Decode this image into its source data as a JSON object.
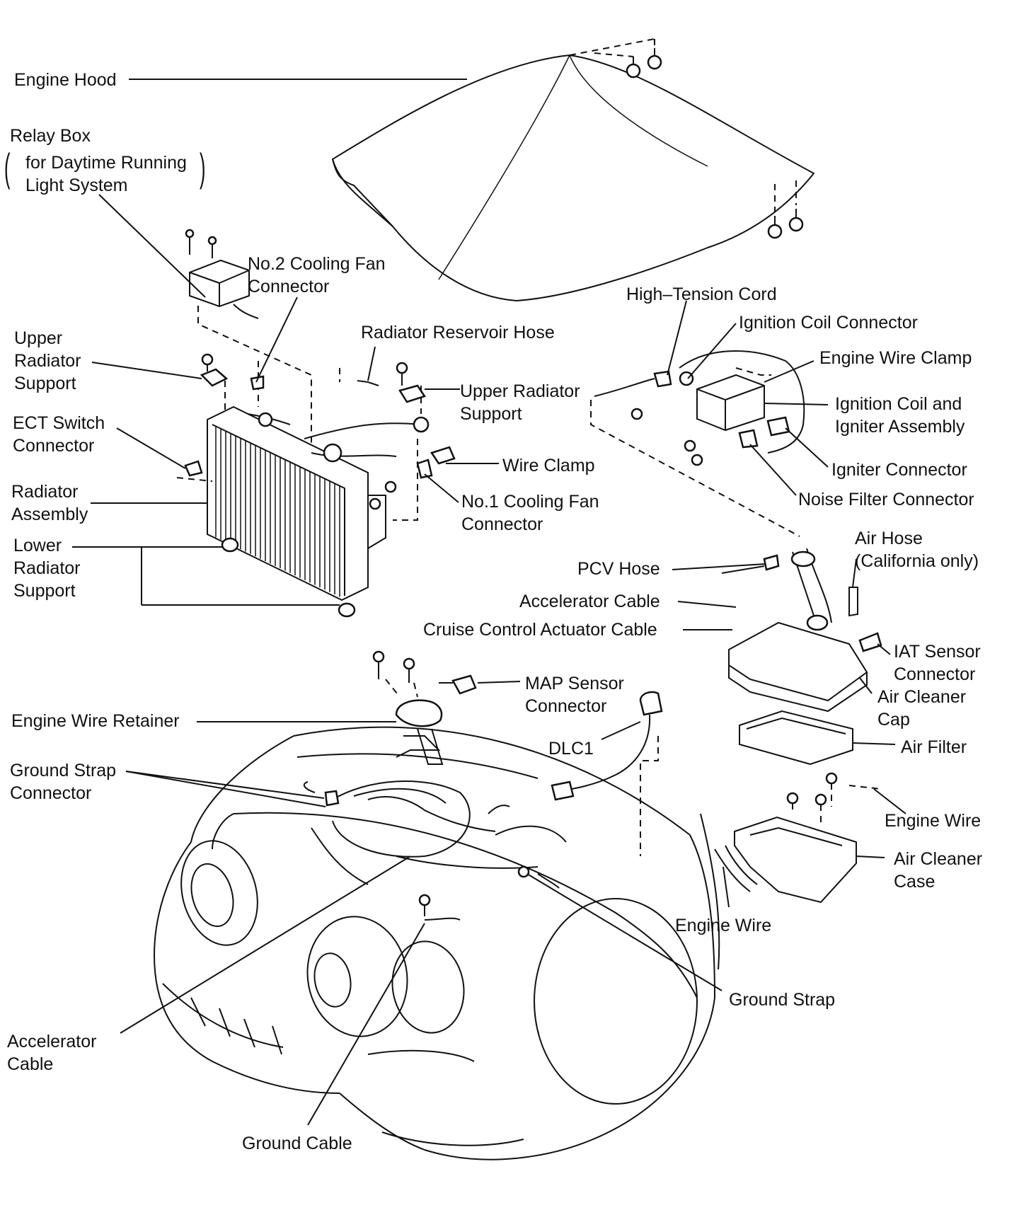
{
  "labels": {
    "engine_hood": "Engine Hood",
    "relay_box": [
      "Relay Box",
      "for Daytime Running",
      "Light System"
    ],
    "no2_fan_connector": [
      "No.2 Cooling Fan",
      "Connector"
    ],
    "upper_radiator_support_left": [
      "Upper",
      "Radiator",
      "Support"
    ],
    "ect_switch_connector": [
      "ECT Switch",
      "Connector"
    ],
    "radiator_assembly": [
      "Radiator",
      "Assembly"
    ],
    "lower_radiator_support": [
      "Lower",
      "Radiator",
      "Support"
    ],
    "radiator_reservoir_hose": "Radiator Reservoir Hose",
    "upper_radiator_support_right": [
      "Upper Radiator",
      "Support"
    ],
    "wire_clamp": "Wire Clamp",
    "no1_fan_connector": [
      "No.1 Cooling Fan",
      "Connector"
    ],
    "high_tension_cord": "High–Tension Cord",
    "ignition_coil_connector": "Ignition Coil Connector",
    "engine_wire_clamp": "Engine Wire Clamp",
    "ignition_coil_igniter": [
      "Ignition Coil and",
      "Igniter Assembly"
    ],
    "igniter_connector": "Igniter Connector",
    "noise_filter_connector": "Noise Filter Connector",
    "air_hose": [
      "Air Hose",
      "(California only)"
    ],
    "pcv_hose": "PCV Hose",
    "accelerator_cable_right": "Accelerator Cable",
    "cruise_control_cable": "Cruise Control Actuator Cable",
    "iat_sensor_connector": [
      "IAT Sensor",
      "Connector"
    ],
    "air_cleaner_cap": [
      "Air Cleaner",
      "Cap"
    ],
    "air_filter": "Air Filter",
    "map_sensor_connector": [
      "MAP Sensor",
      "Connector"
    ],
    "dlc1": "DLC1",
    "engine_wire_retainer": "Engine Wire Retainer",
    "ground_strap_connector": [
      "Ground Strap",
      "Connector"
    ],
    "engine_wire_right": "Engine Wire",
    "air_cleaner_case": [
      "Air Cleaner",
      "Case"
    ],
    "engine_wire_bottom": "Engine Wire",
    "ground_strap": "Ground Strap",
    "accelerator_cable_left": [
      "Accelerator",
      "Cable"
    ],
    "ground_cable": "Ground Cable"
  },
  "colors": {
    "ink": "#111111",
    "background": "#ffffff"
  }
}
